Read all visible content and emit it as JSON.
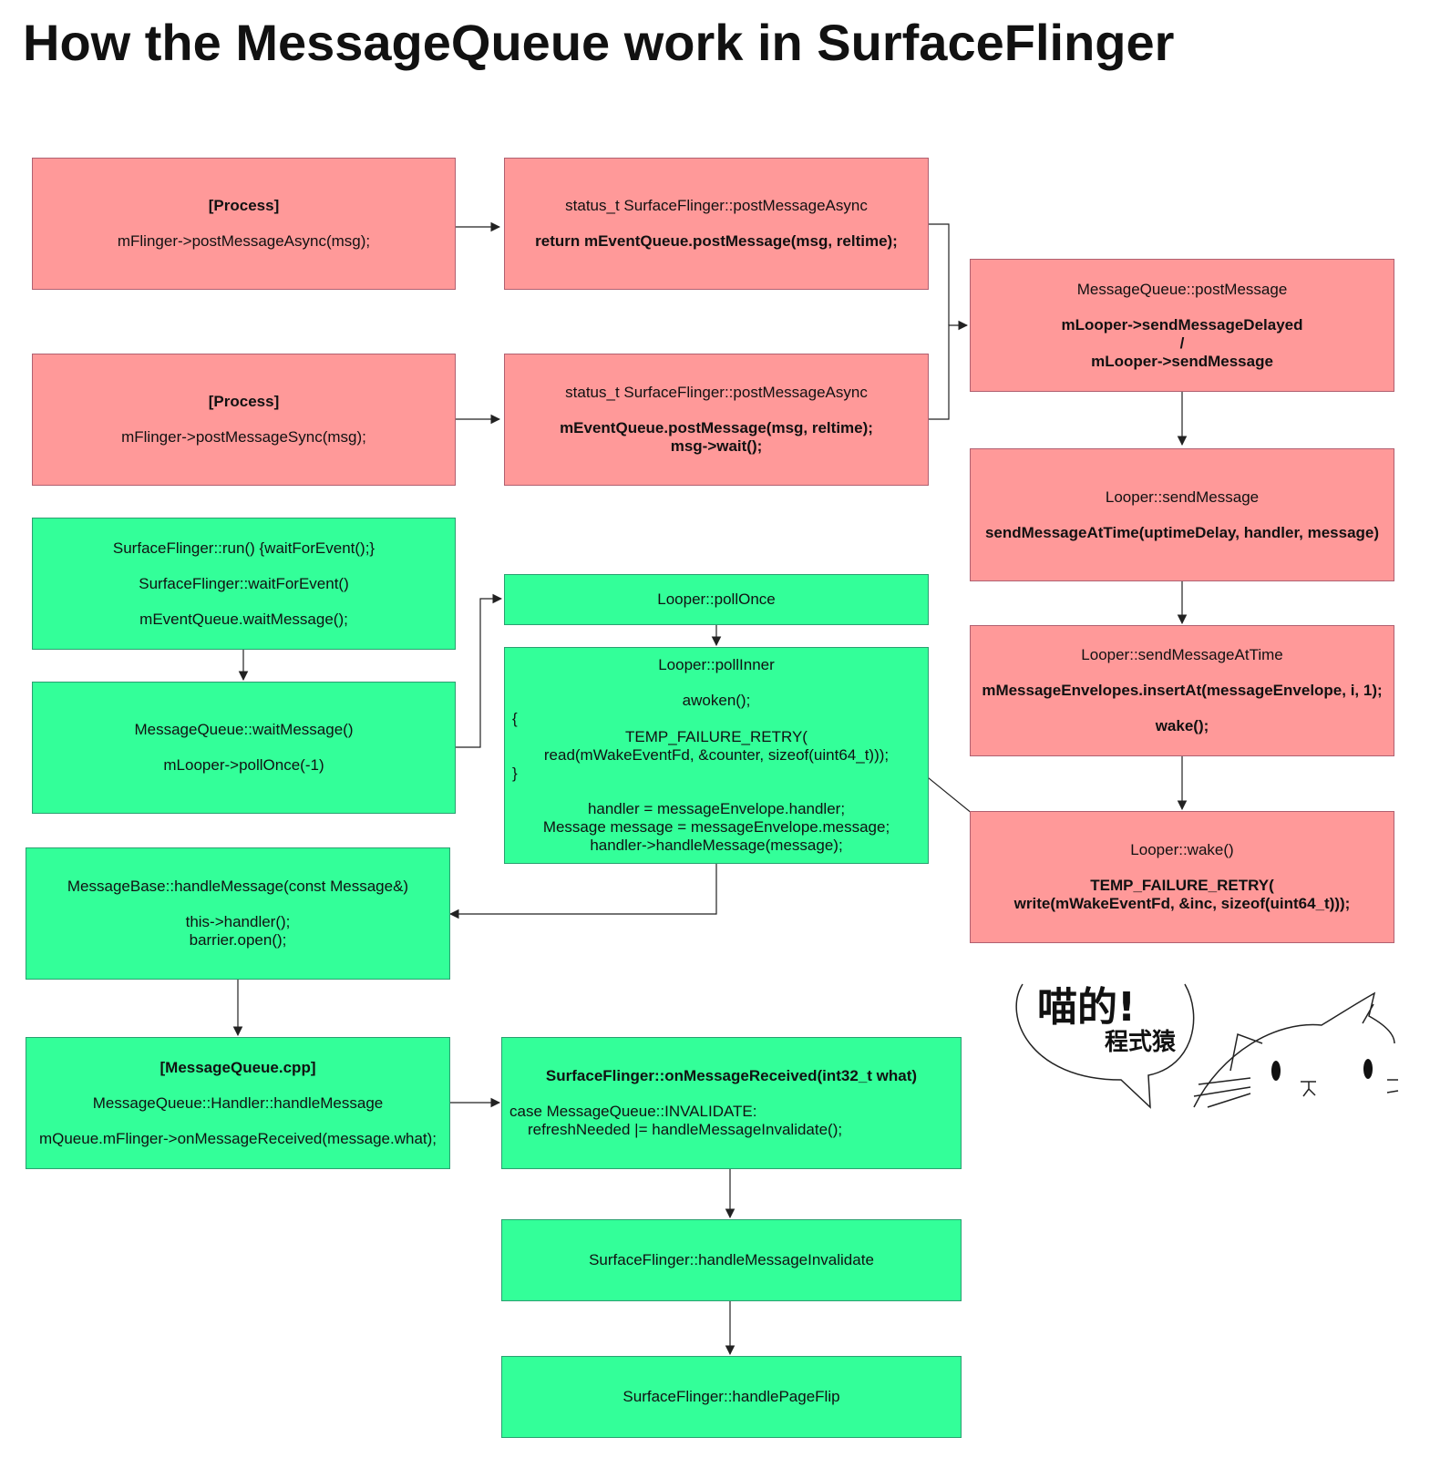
{
  "title": "How the MessageQueue work in SurfaceFlinger",
  "boxes": {
    "process_async": {
      "heading": "[Process]",
      "call": "mFlinger->postMessageAsync(msg);"
    },
    "post_async": {
      "signature": "status_t SurfaceFlinger::postMessageAsync",
      "body": "return mEventQueue.postMessage(msg, reltime);"
    },
    "process_sync": {
      "heading": "[Process]",
      "call": "mFlinger->postMessageSync(msg);"
    },
    "post_sync": {
      "signature": "status_t SurfaceFlinger::postMessageAsync",
      "body1": "mEventQueue.postMessage(msg, reltime);",
      "body2": "msg->wait();"
    },
    "mq_post": {
      "signature": "MessageQueue::postMessage",
      "body1": "mLooper->sendMessageDelayed",
      "body2": "/",
      "body3": "mLooper->sendMessage"
    },
    "looper_send": {
      "signature": "Looper::sendMessage",
      "body": "sendMessageAtTime(uptimeDelay, handler, message)"
    },
    "send_at_time": {
      "signature": "Looper::sendMessageAtTime",
      "body1": "mMessageEnvelopes.insertAt(messageEnvelope, i, 1);",
      "body2": "wake();"
    },
    "wake": {
      "signature": "Looper::wake()",
      "body1": "TEMP_FAILURE_RETRY(",
      "body2": "write(mWakeEventFd, &inc, sizeof(uint64_t)));"
    },
    "sf_run": {
      "line1": "SurfaceFlinger::run() {waitForEvent();}",
      "line2": "SurfaceFlinger::waitForEvent()",
      "line3": "mEventQueue.waitMessage();"
    },
    "wait_message": {
      "line1": "MessageQueue::waitMessage()",
      "line2": "mLooper->pollOnce(-1)"
    },
    "poll_once": {
      "label": "Looper::pollOnce"
    },
    "poll_inner": {
      "l1": "Looper::pollInner",
      "l2": "awoken();",
      "l3": "{",
      "l4": "TEMP_FAILURE_RETRY(",
      "l5": "read(mWakeEventFd, &counter, sizeof(uint64_t)));",
      "l6": "}",
      "l7": "handler = messageEnvelope.handler;",
      "l8": "Message message = messageEnvelope.message;",
      "l9": "handler->handleMessage(message);"
    },
    "handle_message": {
      "line1": "MessageBase::handleMessage(const Message&)",
      "line2": "this->handler();",
      "line3": "barrier.open();"
    },
    "mq_handler": {
      "heading": "[MessageQueue.cpp]",
      "line1": "MessageQueue::Handler::handleMessage",
      "line2": "mQueue.mFlinger->onMessageReceived(message.what);"
    },
    "on_received": {
      "heading": "SurfaceFlinger::onMessageReceived(int32_t what)",
      "line1": "case MessageQueue::INVALIDATE:",
      "line2": "refreshNeeded |= handleMessageInvalidate();"
    },
    "invalidate": {
      "label": "SurfaceFlinger::handleMessageInvalidate"
    },
    "page_flip": {
      "label": "SurfaceFlinger::handlePageFlip"
    }
  },
  "mascot": {
    "speech": "喵的!",
    "caption": "程式猿"
  },
  "colors": {
    "red_box": "#ff9999",
    "green_box": "#33ff99",
    "edge": "#222222"
  }
}
